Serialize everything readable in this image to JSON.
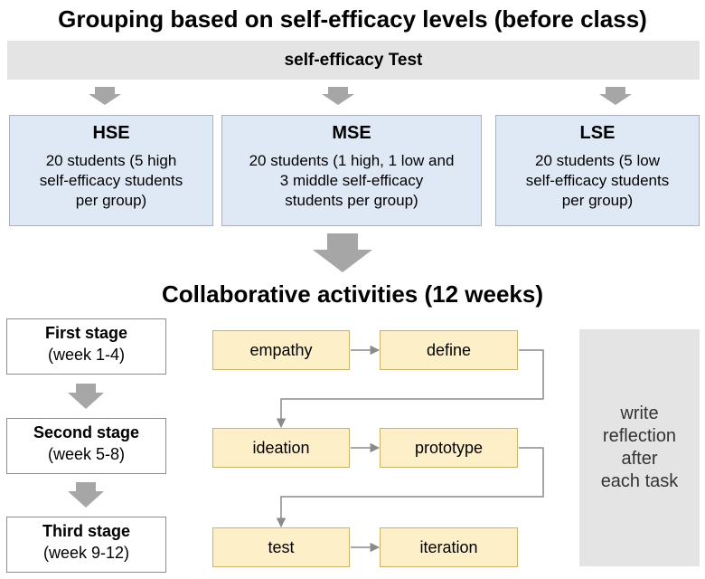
{
  "title": "Grouping based on self-efficacy levels  (before class)",
  "test_banner": "self-efficacy Test",
  "groups": [
    {
      "name": "HSE",
      "lines": [
        "20 students (5 high",
        "self-efficacy students",
        "per group)"
      ]
    },
    {
      "name": "MSE",
      "lines": [
        "20 students (1 high, 1 low and",
        "3 middle self-efficacy",
        "students per group)"
      ]
    },
    {
      "name": "LSE",
      "lines": [
        "20 students (5 low",
        "self-efficacy students",
        "per group)"
      ]
    }
  ],
  "activities_title": "Collaborative activities (12 weeks)",
  "stages": [
    {
      "name": "First stage",
      "weeks": "(week 1-4)"
    },
    {
      "name": "Second stage",
      "weeks": "(week 5-8)"
    },
    {
      "name": "Third stage",
      "weeks": "(week 9-12)"
    }
  ],
  "steps": [
    "empathy",
    "define",
    "ideation",
    "prototype",
    "test",
    "iteration"
  ],
  "reflection": [
    "write",
    "reflection",
    "after",
    "each task"
  ],
  "colors": {
    "banner_gray": "#e4e4e4",
    "group_blue": "#dfe9f6",
    "step_yellow": "#fdf0c9",
    "arrow_gray": "#a6a6a6",
    "line_gray": "#8a8a8a"
  }
}
